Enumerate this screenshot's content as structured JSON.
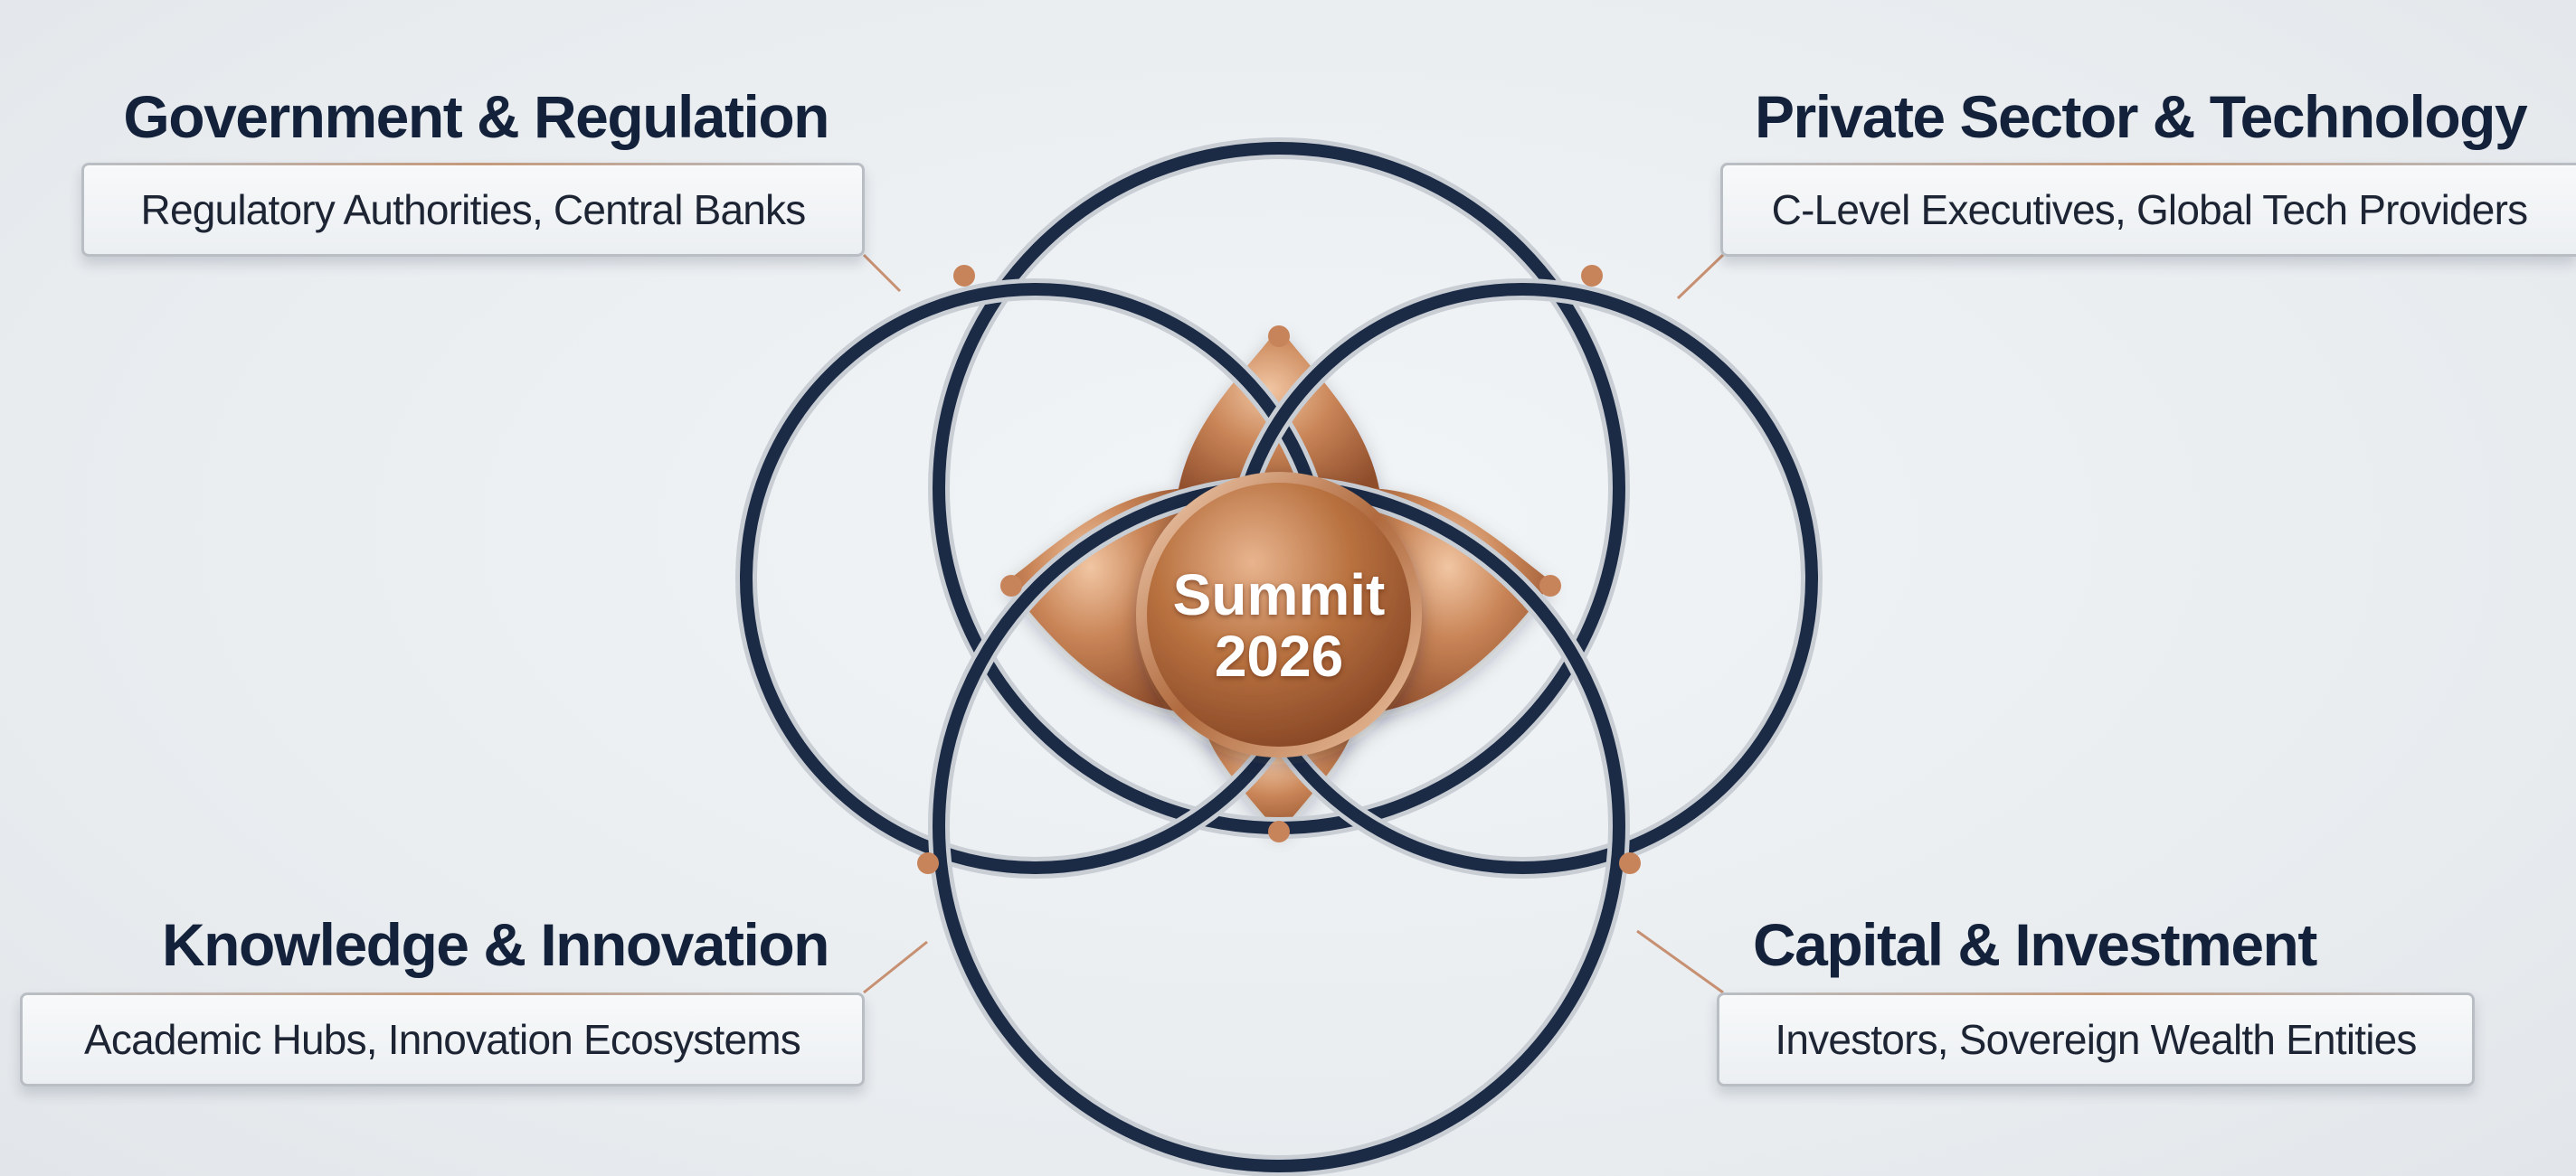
{
  "center": {
    "line1": "Summit",
    "line2": "2026"
  },
  "quadrants": {
    "top_left": {
      "title": "Government & Regulation",
      "subtitle": "Regulatory Authorities, Central Banks"
    },
    "top_right": {
      "title": "Private Sector & Technology",
      "subtitle": "C-Level Executives, Global Tech Providers"
    },
    "bottom_left": {
      "title": "Knowledge & Innovation",
      "subtitle": "Academic Hubs, Innovation Ecosystems"
    },
    "bottom_right": {
      "title": "Capital & Investment",
      "subtitle": "Investors, Sovereign Wealth Entities"
    }
  },
  "colors": {
    "ring": "#1b2a45",
    "ring_highlight": "#c5cbd2",
    "copper_light": "#e8b48e",
    "copper_dark": "#9a5530",
    "title_text": "#13213a",
    "background": "#eef1f4"
  }
}
